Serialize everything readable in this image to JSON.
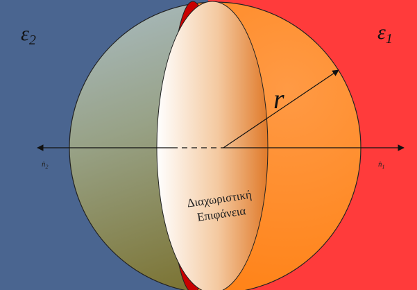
{
  "labels": {
    "region_left": "ε",
    "region_left_sub": "2",
    "region_right": "ε",
    "region_right_sub": "1",
    "radius": "r",
    "normal_left": "n̂",
    "normal_left_sub": "2",
    "normal_right": "n̂",
    "normal_right_sub": "1",
    "interface_line1": "Διαχωριστική",
    "interface_line2": "Επιφάνεια"
  },
  "colors": {
    "medium_left": "#4a6590",
    "medium_right": "#ff3b3b",
    "hemisphere_left": "#8a8a60",
    "hemisphere_right": "#ff8a2a",
    "interface_rim": "#c80000"
  }
}
